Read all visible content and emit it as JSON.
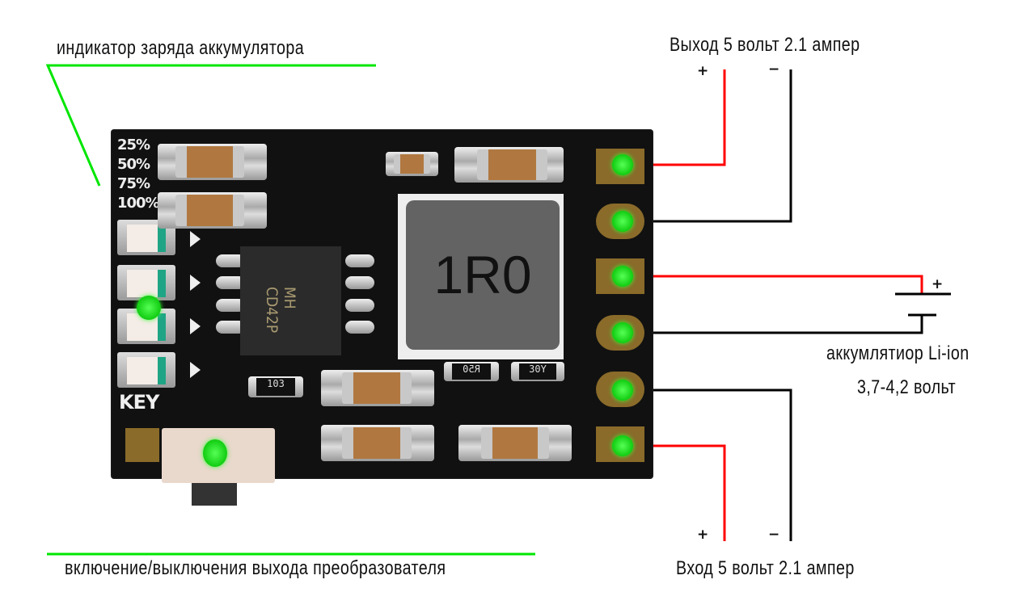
{
  "labels": {
    "battery_indicator": "индикатор заряда аккумулятора",
    "output": "Выход 5 вольт 2.1 ампер",
    "input": "Вход 5 вольт 2.1 ампер",
    "battery_line1": "аккумлятиор Li-ion",
    "battery_line2": "3,7-4,2 вольт",
    "switch": "включение/выключения выхода преобразователя"
  },
  "signs": {
    "plus": "+",
    "minus": "−"
  },
  "board": {
    "silkscreen_levels": [
      "25%",
      "50%",
      "75%",
      "100%"
    ],
    "silkscreen_key": "KEY",
    "ic_marking_line1": "MH",
    "ic_marking_line2": "CD42P",
    "inductor_marking": "1R0",
    "resistor_103": "103",
    "resistor_r50": "R50",
    "resistor_30y": "30Y"
  },
  "colors": {
    "annotation_line": "#00e600",
    "positive_wire": "#ff0000",
    "negative_wire": "#000000",
    "pcb": "#111111",
    "pad_gold": "#8a6b2a"
  }
}
